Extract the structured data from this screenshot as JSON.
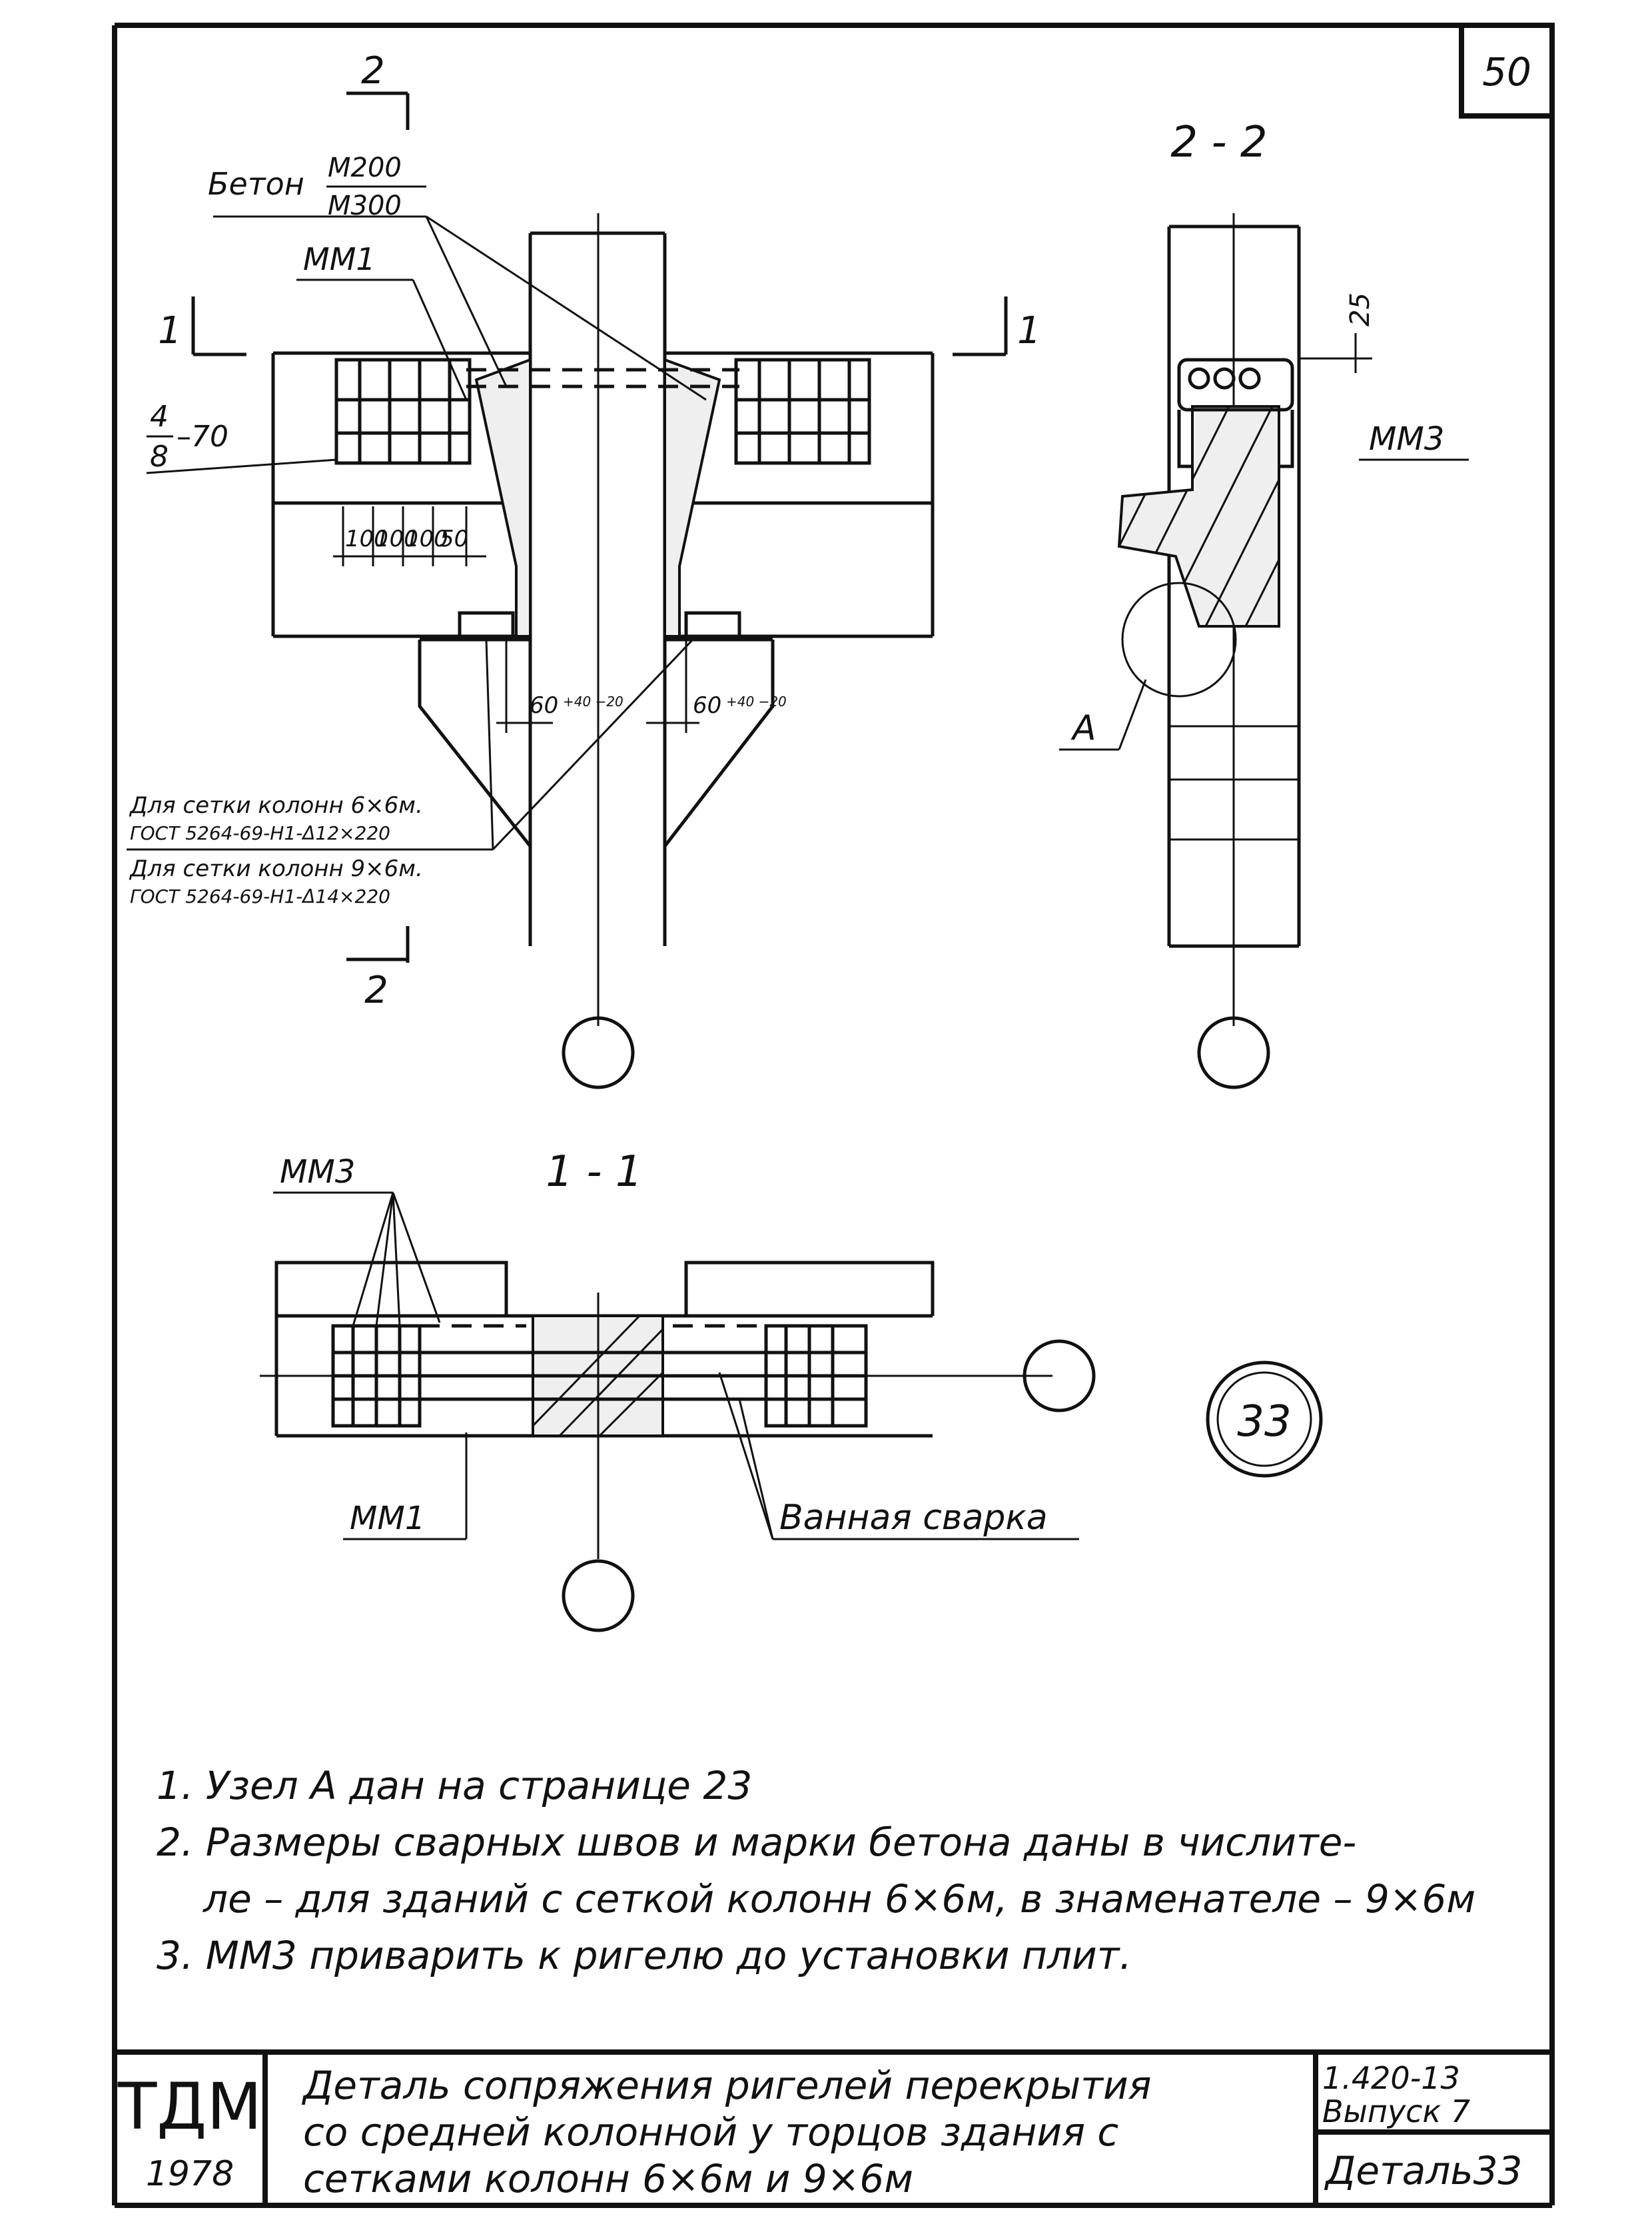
{
  "page_number": "50",
  "detail_circle_label": "33",
  "top_section": {
    "section_mark_top": "2",
    "section_mark_bottom": "2",
    "section_mark_left": "1",
    "section_mark_right": "1",
    "concrete_label": "Бетон",
    "concrete_numerator": "M200",
    "concrete_denominator": "M300",
    "mm1_label": "ММ1",
    "weld_numerator": "4",
    "weld_denominator": "8",
    "weld_suffix": "–70",
    "dim_100a": "100",
    "dim_100b": "100",
    "dim_100c": "100",
    "dim_50": "50",
    "gap_left": "60",
    "gap_left_tol": "+40 −20",
    "gap_right": "60",
    "gap_right_tol": "+40 −20",
    "note_6x6_line1": "Для сетки колонн 6×6м.",
    "note_6x6_line2": "ГОСТ 5264-69-Н1-Δ12×220",
    "note_9x6_line1": "Для сетки колонн 9×6м.",
    "note_9x6_line2": "ГОСТ 5264-69-Н1-Δ14×220"
  },
  "section_22": {
    "title": "2 - 2",
    "dim_25": "25",
    "mm3_label": "ММ3",
    "node_label": "А"
  },
  "section_11": {
    "title": "1 - 1",
    "mm3_label": "ММ3",
    "mm1_label": "ММ1",
    "weld_label": "Ванная сварка"
  },
  "notes": [
    "1. Узел А дан на странице 23",
    "2. Размеры сварных швов и марки бетона даны в числите-",
    "ле – для зданий с сеткой колонн 6×6м, в знаменателе – 9×6м",
    "3. ММ3 приварить к ригелю до установки плит."
  ],
  "title_block": {
    "org": "ТДМ",
    "year": "1978",
    "title_line1": "Деталь сопряжения ригелей перекрытия",
    "title_line2": "со средней колонной у торцов здания с",
    "title_line3": "сетками колонн 6×6м и 9×6м",
    "series": "1.420-13",
    "issue": "Выпуск 7",
    "detail": "Деталь33"
  }
}
